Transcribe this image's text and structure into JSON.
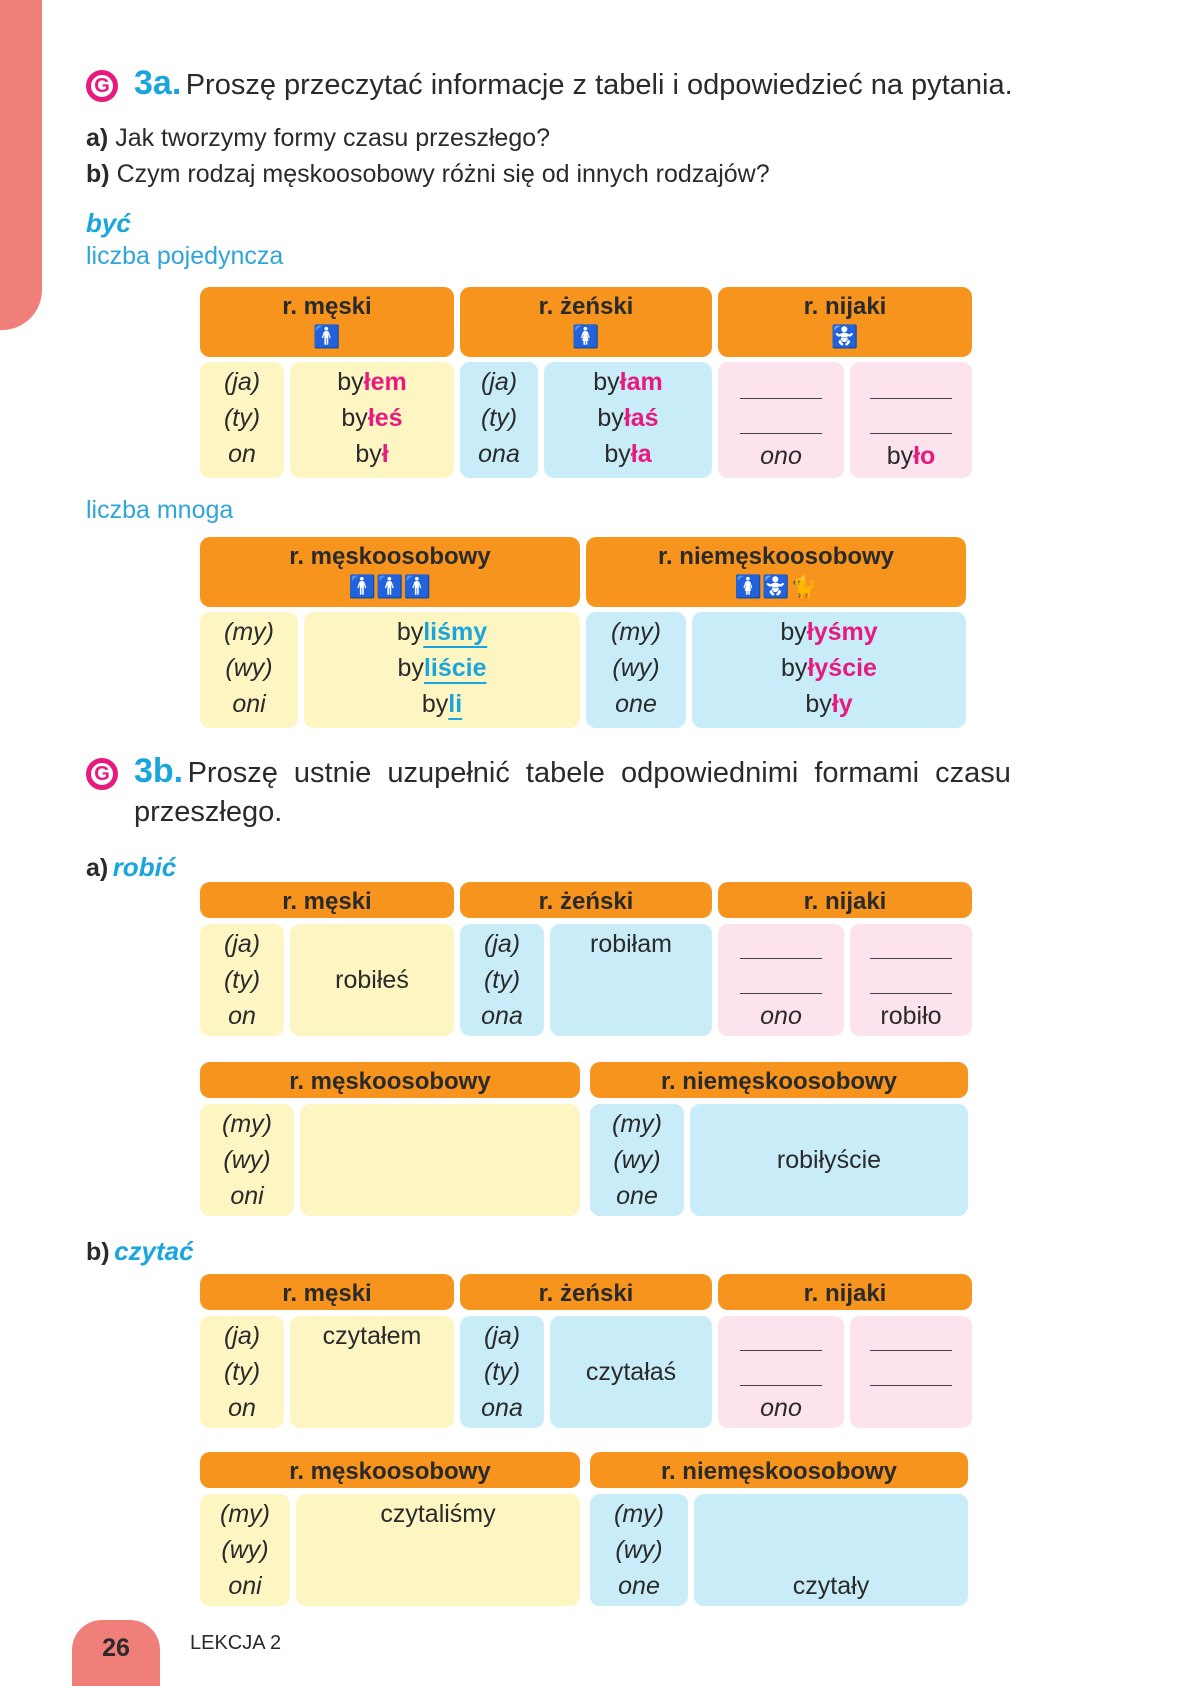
{
  "ex3a": {
    "num": "3a.",
    "text": "Proszę przeczytać informacje z tabeli i odpowiedzieć na pytania.",
    "qa_label": "a)",
    "qa_text": "Jak tworzymy formy czasu przeszłego?",
    "qb_label": "b)",
    "qb_text": "Czym rodzaj męskoosobowy różni się od innych rodzajów?",
    "verb": "być",
    "sg_label": "liczba pojedyncza",
    "pl_label": "liczba mnoga",
    "sg": {
      "m_header": "r. męski",
      "f_header": "r. żeński",
      "n_header": "r. nijaki",
      "m_pron": [
        "(ja)",
        "(ty)",
        "on"
      ],
      "m_stem": [
        "by",
        "by",
        "by"
      ],
      "m_end": [
        "łem",
        "łeś",
        "ł"
      ],
      "f_pron": [
        "(ja)",
        "(ty)",
        "ona"
      ],
      "f_stem": [
        "by",
        "by",
        "by"
      ],
      "f_end": [
        "łam",
        "łaś",
        "ła"
      ],
      "n_pron": "ono",
      "n_stem": "by",
      "n_end": "ło"
    },
    "pl": {
      "mo_header": "r. męskoosobowy",
      "nmo_header": "r. niemęskoosobowy",
      "mo_pron": [
        "(my)",
        "(wy)",
        "oni"
      ],
      "mo_stem": [
        "by",
        "by",
        "by"
      ],
      "mo_end": [
        "liśmy",
        "liście",
        "li"
      ],
      "nmo_pron": [
        "(my)",
        "(wy)",
        "one"
      ],
      "nmo_stem": [
        "by",
        "by",
        "by"
      ],
      "nmo_end": [
        "łyśmy",
        "łyście",
        "ły"
      ]
    }
  },
  "ex3b": {
    "num": "3b.",
    "text_l1": "Proszę ustnie uzupełnić tabele odpowiednimi formami czasu",
    "text_l2": "przeszłego.",
    "a_label": "a)",
    "a_verb": "robić",
    "b_label": "b)",
    "b_verb": "czytać",
    "robic": {
      "m_header": "r. męski",
      "f_header": "r. żeński",
      "n_header": "r. nijaki",
      "m_pron": [
        "(ja)",
        "(ty)",
        "on"
      ],
      "m_form": "robiłeś",
      "f_pron": [
        "(ja)",
        "(ty)",
        "ona"
      ],
      "f_form": "robiłam",
      "n_pron": "ono",
      "n_form": "robiło",
      "mo_header": "r. męskoosobowy",
      "nmo_header": "r. niemęskoosobowy",
      "mo_pron": [
        "(my)",
        "(wy)",
        "oni"
      ],
      "nmo_pron": [
        "(my)",
        "(wy)",
        "one"
      ],
      "nmo_form": "robiłyście"
    },
    "czytac": {
      "m_header": "r. męski",
      "f_header": "r. żeński",
      "n_header": "r. nijaki",
      "m_pron": [
        "(ja)",
        "(ty)",
        "on"
      ],
      "m_form": "czytałem",
      "f_pron": [
        "(ja)",
        "(ty)",
        "ona"
      ],
      "f_form": "czytałaś",
      "n_pron": "ono",
      "mo_header": "r. męskoosobowy",
      "nmo_header": "r. niemęskoosobowy",
      "mo_pron": [
        "(my)",
        "(wy)",
        "oni"
      ],
      "mo_form": "czytaliśmy",
      "nmo_pron": [
        "(my)",
        "(wy)",
        "one"
      ],
      "nmo_form": "czytały"
    }
  },
  "footer": {
    "page": "26",
    "lesson": "LEKCJA 2"
  }
}
